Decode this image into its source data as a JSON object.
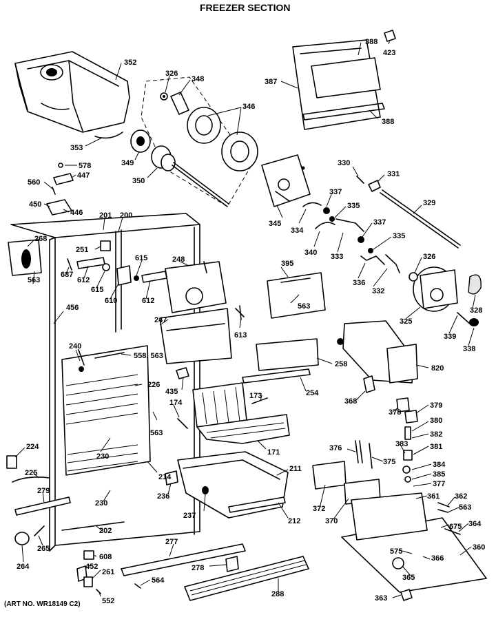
{
  "title": "FREEZER SECTION",
  "art_no": "(ART NO. WR18149 C2)",
  "labels": [
    "352",
    "326",
    "348",
    "346",
    "388",
    "423",
    "387",
    "388",
    "353",
    "349",
    "350",
    "578",
    "447",
    "560",
    "450",
    "446",
    "330",
    "331",
    "337",
    "335",
    "329",
    "345",
    "334",
    "340",
    "333",
    "337",
    "335",
    "326",
    "201",
    "200",
    "268",
    "251",
    "687",
    "612",
    "615",
    "615",
    "610",
    "612",
    "248",
    "395",
    "563",
    "563",
    "336",
    "332",
    "328",
    "325",
    "339",
    "338",
    "456",
    "240",
    "558, 563",
    "226",
    "247",
    "613",
    "258",
    "820",
    "435",
    "174",
    "173",
    "254",
    "368",
    "378",
    "379",
    "380",
    "382",
    "381",
    "383",
    "376",
    "375",
    "384",
    "385",
    "377",
    "563",
    "224",
    "225",
    "279",
    "230",
    "230",
    "214",
    "236",
    "237",
    "211",
    "212",
    "372",
    "370",
    "361",
    "362",
    "563",
    "675",
    "364",
    "202",
    "265",
    "264",
    "608",
    "452",
    "261",
    "552",
    "277",
    "278",
    "564",
    "288",
    "575",
    "366",
    "365",
    "360",
    "363",
    "171"
  ]
}
